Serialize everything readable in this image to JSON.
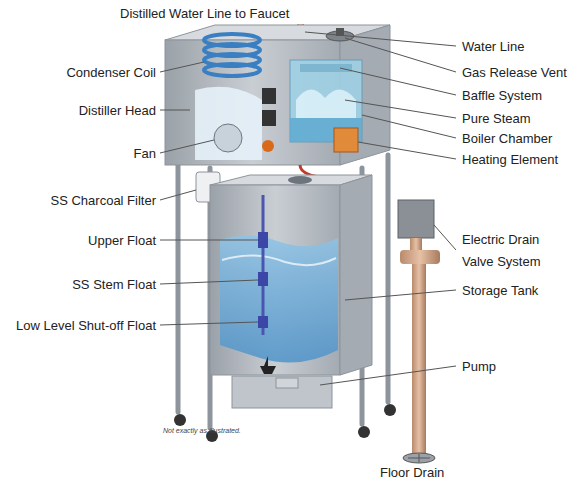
{
  "diagram": {
    "labels": [
      "Distilled Water Line to Faucet",
      "Condenser Coil",
      "Distiller Head",
      "Fan",
      "SS Charcoal Filter",
      "Upper Float",
      "SS Stem Float",
      "Low Level Shut-off Float",
      "Water Line",
      "Gas Release Vent",
      "Baffle System",
      "Pure Steam",
      "Boiler Chamber",
      "Heating Element",
      "Electric Drain Valve System",
      "Storage Tank",
      "Pump",
      "Floor Drain",
      "Not exactly as illustrated."
    ]
  }
}
